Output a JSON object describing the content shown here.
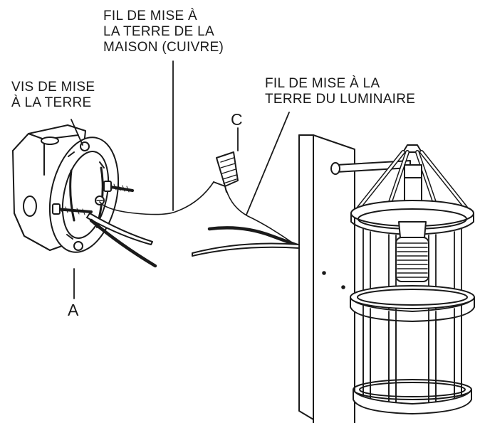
{
  "labels": {
    "house_ground_wire": [
      "FIL DE MISE À",
      "LA TERRE DE LA",
      "MAISON (CUIVRE)"
    ],
    "ground_screw": [
      "VIS DE MISE",
      "À LA TERRE"
    ],
    "fixture_ground_wire": [
      "FIL DE MISE À LA",
      "TERRE DU LUMINAIRE"
    ],
    "callout_c": "C",
    "callout_a": "A"
  },
  "colors": {
    "line": "#1a1a1a",
    "fill": "#ffffff",
    "shade": "#d9d9d9"
  }
}
